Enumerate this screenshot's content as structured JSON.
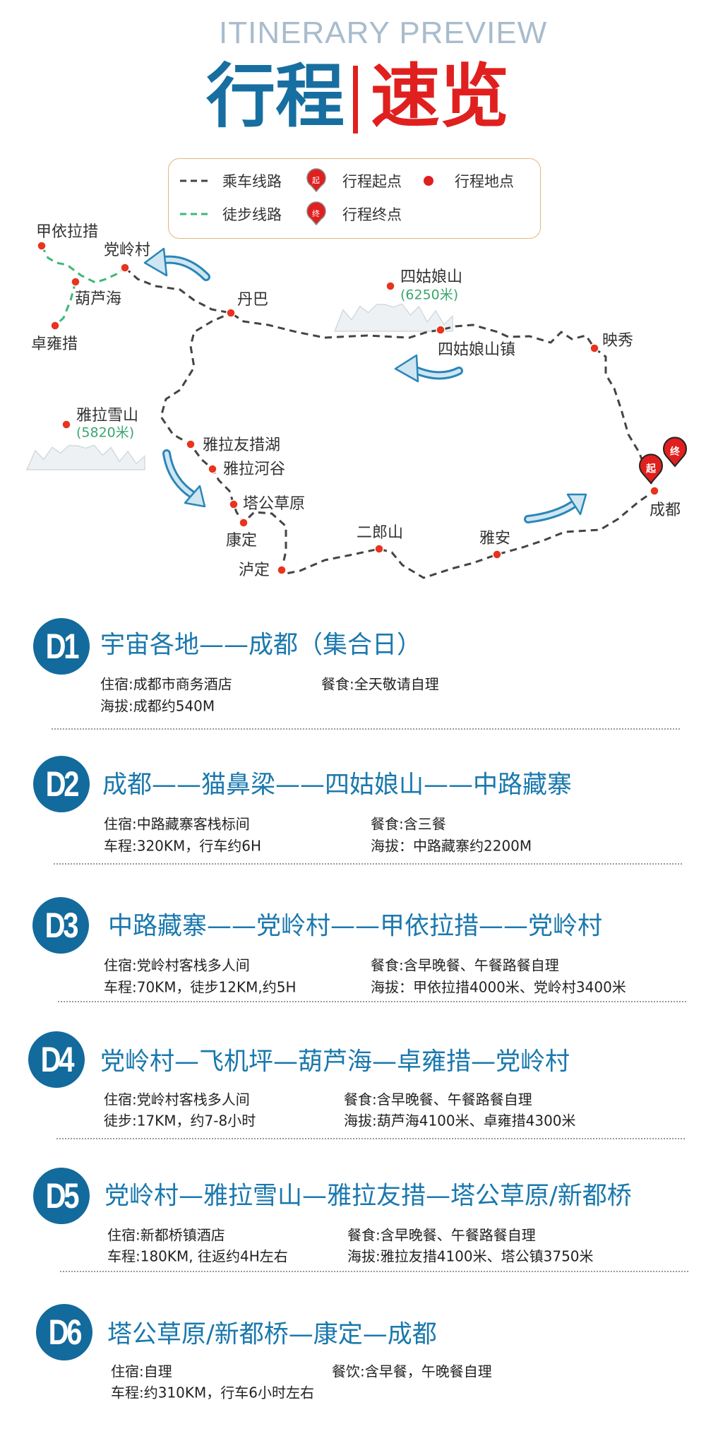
{
  "header": {
    "subtitle": "ITINERARY PREVIEW",
    "title_left": "行程",
    "title_right": "速览"
  },
  "legend": {
    "car_route": "乘车线路",
    "walk_route": "徒步线路",
    "start": "行程起点",
    "start_glyph": "起",
    "end": "行程终点",
    "end_glyph": "终",
    "stop": "行程地点"
  },
  "map": {
    "places": [
      "甲依拉措",
      "党岭村",
      "葫芦海",
      "卓雍措",
      "丹巴",
      "四姑娘山",
      "四姑娘山镇",
      "映秀",
      "雅拉雪山",
      "雅拉友措湖",
      "雅拉河谷",
      "塔公草原",
      "康定",
      "泸定",
      "二郎山",
      "雅安",
      "成都"
    ],
    "altitudes": {
      "siguniang": "(6250米)",
      "yala": "(5820米)"
    }
  },
  "colors": {
    "blue": "#136a9c",
    "red": "#e0201f",
    "green": "#3cb878",
    "route": "#444444"
  },
  "days": [
    {
      "badge": "D1",
      "title": "宇宙各地——成都（集合日）",
      "lines": [
        [
          "住宿:成都市商务酒店",
          "餐食:全天敬请自理"
        ],
        [
          "海拔:成都约540M",
          ""
        ]
      ]
    },
    {
      "badge": "D2",
      "title": "成都——猫鼻梁——四姑娘山——中路藏寨",
      "lines": [
        [
          "住宿:中路藏寨客栈标间",
          "餐食:含三餐"
        ],
        [
          "车程:320KM，行车约6H",
          "海拔：中路藏寨约2200M"
        ]
      ]
    },
    {
      "badge": "D3",
      "title": "中路藏寨——党岭村——甲依拉措——党岭村",
      "lines": [
        [
          "住宿:党岭村客栈多人间",
          "餐食:含早晚餐、午餐路餐自理"
        ],
        [
          "车程:70KM，徒步12KM,约5H",
          "海拔：甲依拉措4000米、党岭村3400米"
        ]
      ]
    },
    {
      "badge": "D4",
      "title": "党岭村—飞机坪—葫芦海—卓雍措—党岭村",
      "lines": [
        [
          "住宿:党岭村客栈多人间",
          "餐食:含早晚餐、午餐路餐自理"
        ],
        [
          "徒步:17KM，约7-8小时",
          "海拔:葫芦海4100米、卓雍措4300米"
        ]
      ]
    },
    {
      "badge": "D5",
      "title": "党岭村—雅拉雪山—雅拉友措—塔公草原/新都桥",
      "lines": [
        [
          "住宿:新都桥镇酒店",
          "餐食:含早晚餐、午餐路餐自理"
        ],
        [
          "车程:180KM, 往返约4H左右",
          "海拔:雅拉友措4100米、塔公镇3750米"
        ]
      ]
    },
    {
      "badge": "D6",
      "title": "塔公草原/新都桥—康定—成都",
      "lines": [
        [
          "住宿:自理",
          "餐饮:含早餐，午晚餐自理"
        ],
        [
          "车程:约310KM，行车6小时左右",
          ""
        ]
      ]
    }
  ]
}
